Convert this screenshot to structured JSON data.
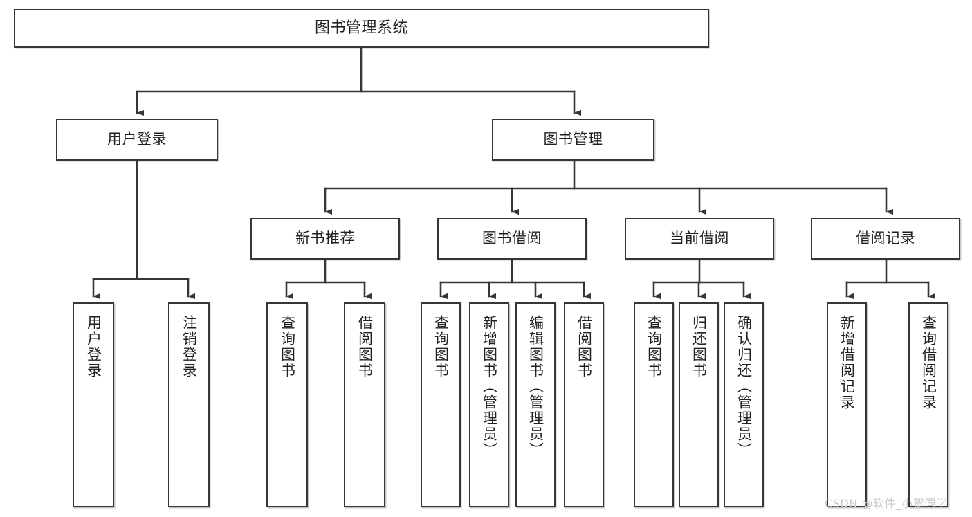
{
  "diagram": {
    "title": "图书管理系统",
    "type": "tree",
    "root": {
      "id": "root",
      "label": "图书管理系统"
    },
    "level1": [
      {
        "id": "user-login",
        "label": "用户登录"
      },
      {
        "id": "book-manage",
        "label": "图书管理"
      }
    ],
    "level2": [
      {
        "id": "new-book-rec",
        "label": "新书推荐",
        "parent": "book-manage"
      },
      {
        "id": "book-borrow",
        "label": "图书借阅",
        "parent": "book-manage"
      },
      {
        "id": "current-borrow",
        "label": "当前借阅",
        "parent": "book-manage"
      },
      {
        "id": "borrow-record",
        "label": "借阅记录",
        "parent": "book-manage"
      }
    ],
    "leaves": [
      {
        "id": "leaf-user-login",
        "label": "用户登录",
        "parent": "user-login"
      },
      {
        "id": "leaf-user-logout",
        "label": "注销登录",
        "parent": "user-login"
      },
      {
        "id": "leaf-query-book-1",
        "label": "查询图书",
        "parent": "new-book-rec"
      },
      {
        "id": "leaf-borrow-book-1",
        "label": "借阅图书",
        "parent": "new-book-rec"
      },
      {
        "id": "leaf-query-book-2",
        "label": "查询图书",
        "parent": "book-borrow"
      },
      {
        "id": "leaf-add-book",
        "label": "新增图书（管理员）",
        "parent": "book-borrow"
      },
      {
        "id": "leaf-edit-book",
        "label": "编辑图书（管理员）",
        "parent": "book-borrow"
      },
      {
        "id": "leaf-borrow-book-2",
        "label": "借阅图书",
        "parent": "book-borrow"
      },
      {
        "id": "leaf-query-book-3",
        "label": "查询图书",
        "parent": "current-borrow"
      },
      {
        "id": "leaf-return-book",
        "label": "归还图书",
        "parent": "current-borrow"
      },
      {
        "id": "leaf-confirm-return",
        "label": "确认归还（管理员）",
        "parent": "current-borrow"
      },
      {
        "id": "leaf-add-record",
        "label": "新增借阅记录",
        "parent": "borrow-record"
      },
      {
        "id": "leaf-query-record",
        "label": "查询借阅记录",
        "parent": "borrow-record"
      }
    ]
  },
  "watermark": {
    "text": "CSDN @软件_小贺同学"
  },
  "colors": {
    "box_border": "#33363b",
    "box_fill": "#ffffff",
    "text": "#1f2125",
    "connector": "#33363b",
    "watermark": "#c9c9c9",
    "background": "#ffffff"
  }
}
